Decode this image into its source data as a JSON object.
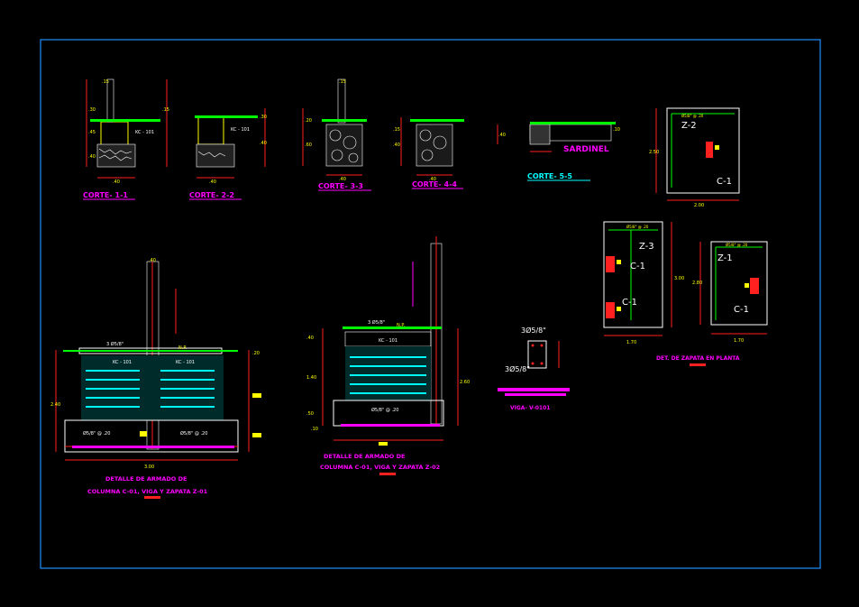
{
  "colors": {
    "frame": "#1e90ff",
    "cyan": "#00ffff",
    "magenta": "#ff00ff",
    "yellow": "#ffff00",
    "red": "#ff2020",
    "white": "#ffffff",
    "green": "#00ff00",
    "gray": "#bfbfbf"
  },
  "sections": {
    "c11": "CORTE- 1-1",
    "c22": "CORTE- 2-2",
    "c33": "CORTE- 3-3",
    "c44": "CORTE- 4-4",
    "c55": "CORTE- 5-5",
    "sardinel": "SARDINEL"
  },
  "dims": {
    "d40": ".40",
    "d15": ".15",
    "d30": ".30",
    "d20": ".20",
    "d45": ".45",
    "d60": ".60",
    "d10": ".10",
    "d140": "1.40",
    "d240": "2.40",
    "d260": "2.60",
    "d280": "2.80",
    "d200": "2.00",
    "d300": "3.00",
    "d170": "1.70",
    "d250": "2.50",
    "d50": ".50"
  },
  "plan": {
    "z2": "Z-2",
    "z3": "Z-3",
    "z1": "Z-1",
    "c1": "C-1",
    "bars": "Ø5/8\" @ .20",
    "title": "DET. DE ZAPATA EN PLANTA"
  },
  "beam": {
    "top": "3Ø5/8\"",
    "bottom": "3Ø5/8\"",
    "label": "VIGA- V-0101"
  },
  "details": {
    "left_title": "DETALLE DE ARMADO DE",
    "left_sub": "COLUMNA C-01, VIGA Y ZAPATA Z-01",
    "mid_title": "DETALLE DE ARMADO DE",
    "mid_sub": "COLUMNA C-01, VIGA Y ZAPATA Z-02",
    "kc": "KC - 101",
    "np": "N.P.",
    "rebar": "Ø5/8\" @ .20",
    "top_rebar": "3 Ø5/8\""
  }
}
